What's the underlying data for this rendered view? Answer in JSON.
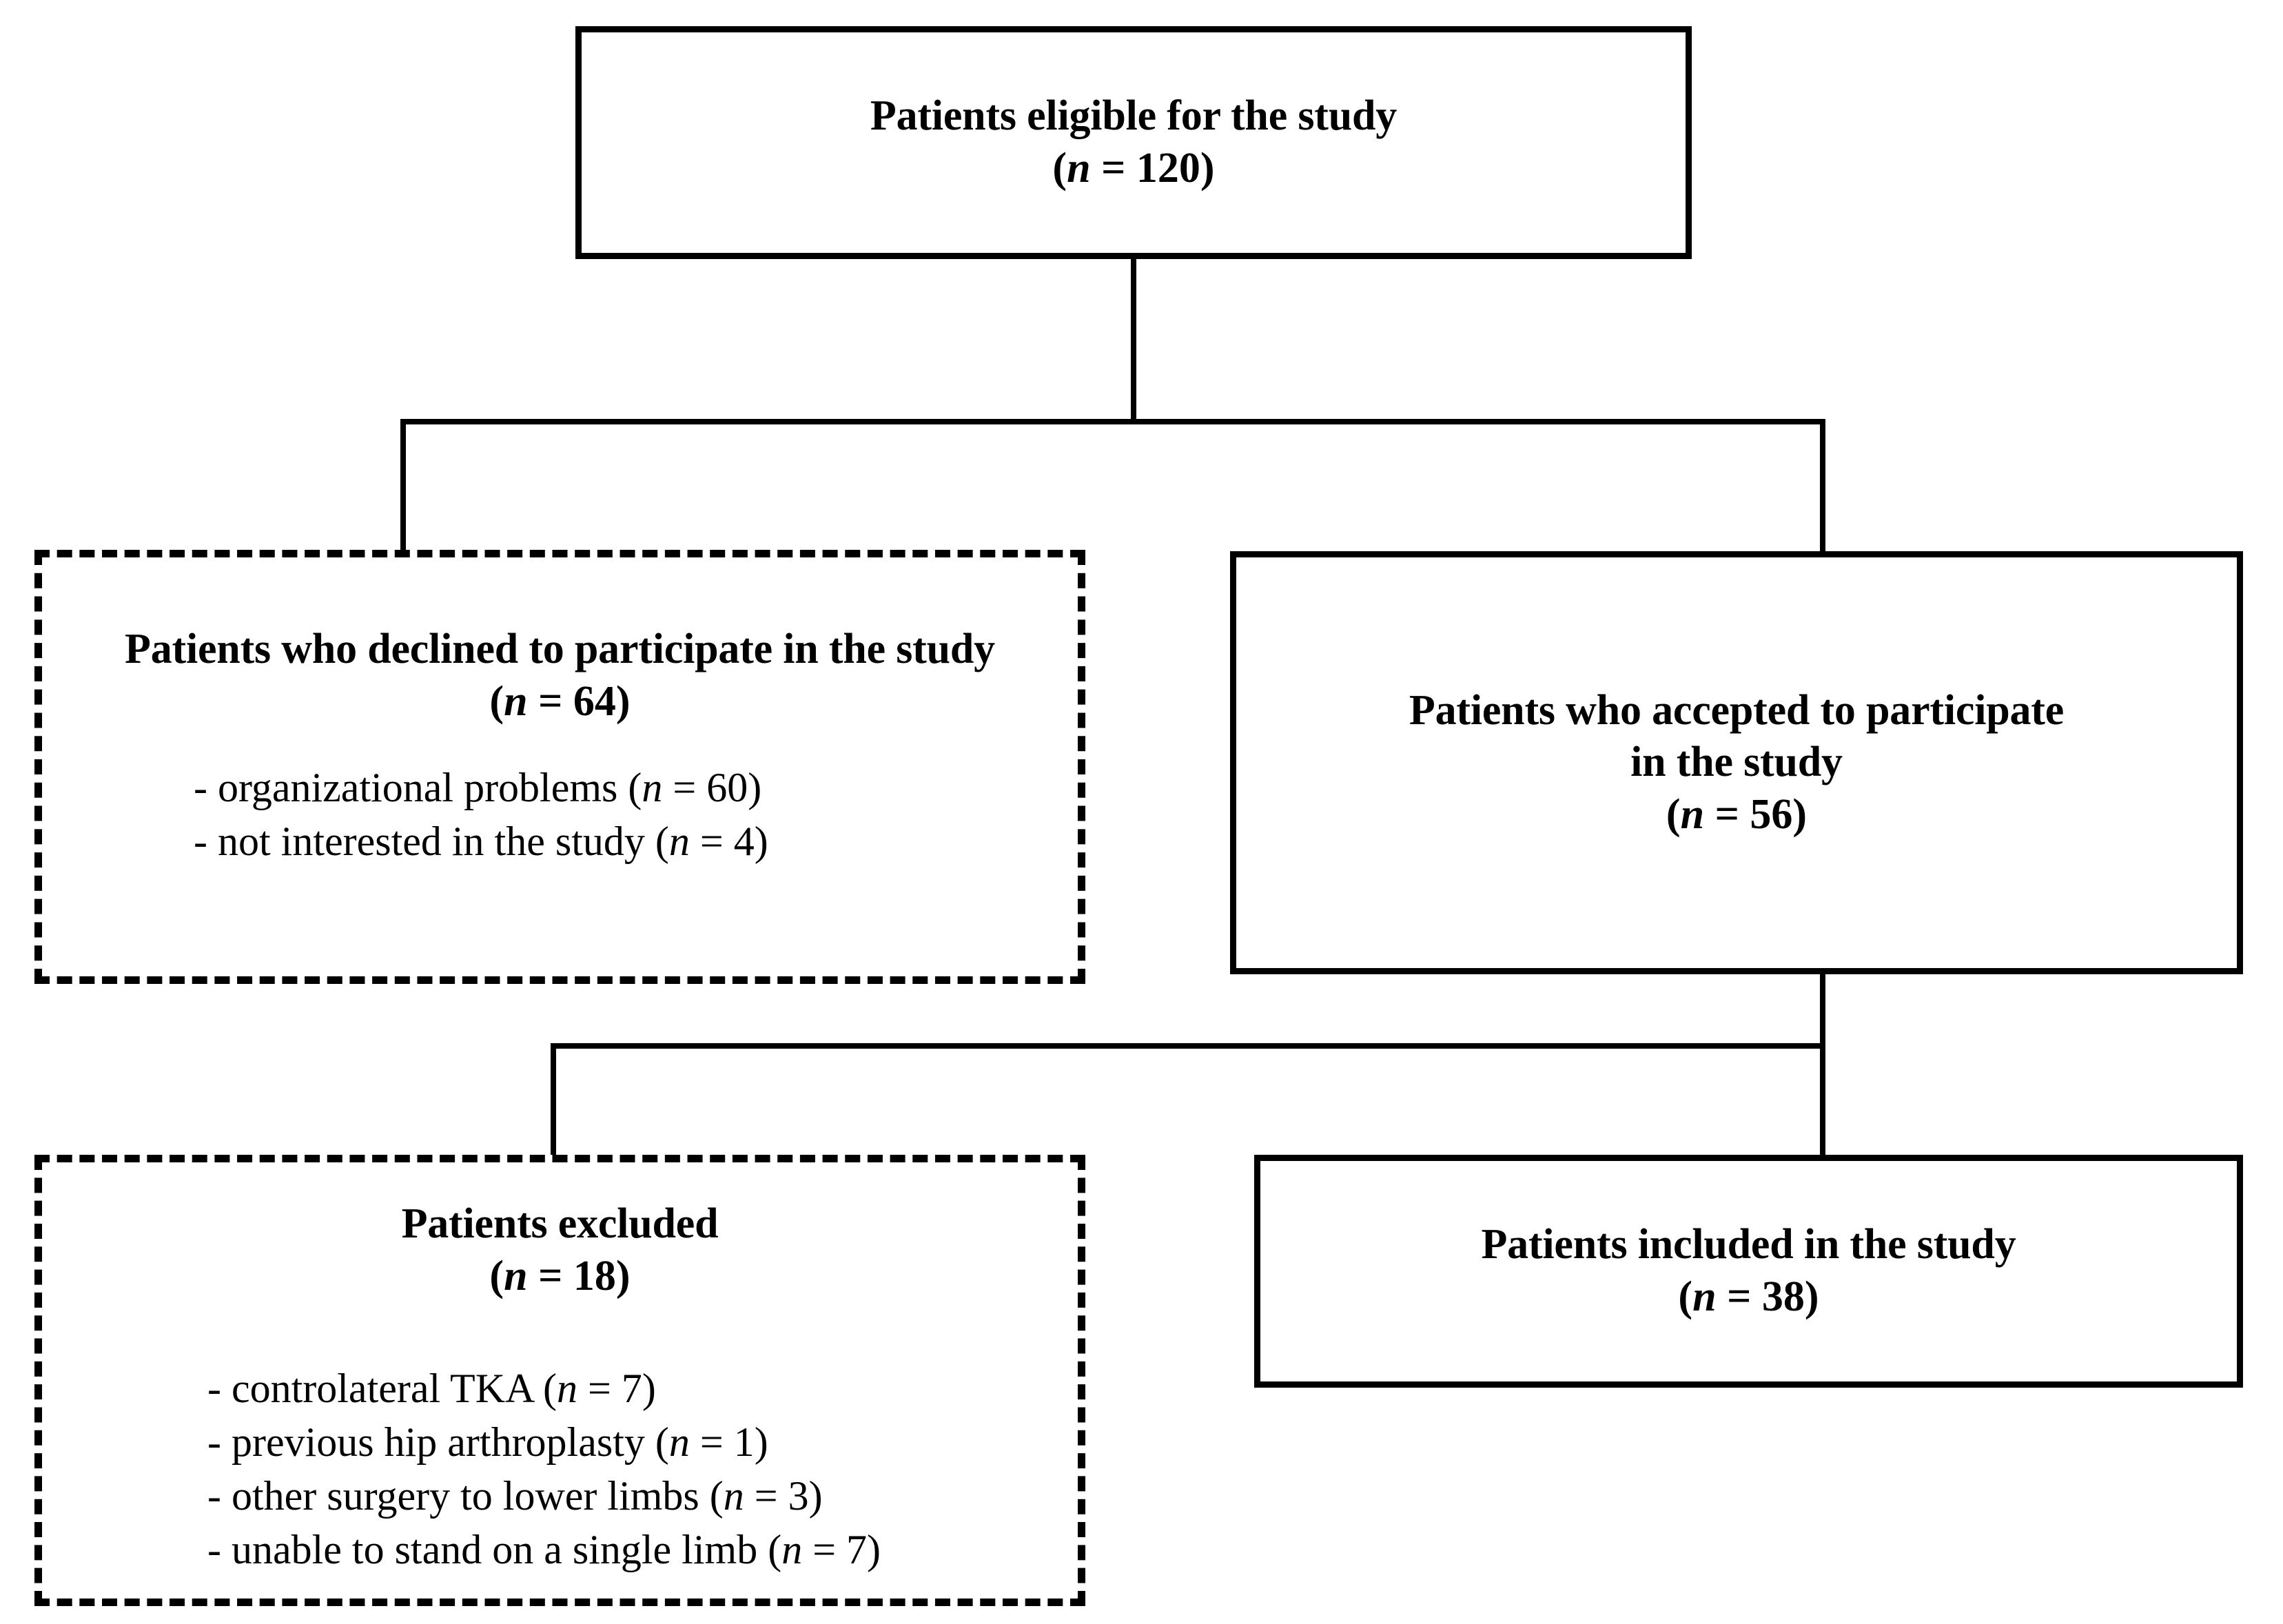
{
  "diagram": {
    "type": "flowchart",
    "title": "Patient enrollment flow diagram",
    "colors": {
      "stroke": "#000000",
      "background": "#ffffff"
    }
  },
  "nodes": {
    "eligible": {
      "id": "eligible",
      "border_style": "solid",
      "title": "Patients eligible for the study",
      "count_prefix": "(",
      "count_n": "n",
      "count_eq": " = ",
      "count_value": "120",
      "count_suffix": ")",
      "count_text": "(n = 120)"
    },
    "declined": {
      "id": "declined",
      "border_style": "dashed",
      "title": "Patients who declined to participate in the study",
      "count_n": "n",
      "count_value": "64",
      "count_text": "(n = 64)",
      "reasons": [
        {
          "label": "- organizational problems (",
          "n": "n",
          "eq": " = ",
          "value": "60",
          "close": ")"
        },
        {
          "label": "- not interested in the study (",
          "n": "n",
          "eq": " = ",
          "value": "4",
          "close": ")"
        }
      ]
    },
    "accepted": {
      "id": "accepted",
      "border_style": "solid",
      "title": "Patients who accepted to participate\nin the study",
      "count_n": "n",
      "count_value": "56",
      "count_text": "(n = 56)"
    },
    "excluded": {
      "id": "excluded",
      "border_style": "dashed",
      "title": "Patients excluded",
      "count_n": "n",
      "count_value": "18",
      "count_text": "(n = 18)",
      "reasons": [
        {
          "label": "- controlateral TKA (",
          "n": "n",
          "eq": " = ",
          "value": "7",
          "close": ")"
        },
        {
          "label": "- previous hip arthroplasty (",
          "n": "n",
          "eq": " = ",
          "value": "1",
          "close": ")"
        },
        {
          "label": "- other surgery to lower limbs (",
          "n": "n",
          "eq": " = ",
          "value": "3",
          "close": ")"
        },
        {
          "label": "- unable to stand on a single limb (",
          "n": "n",
          "eq": " = ",
          "value": "7",
          "close": ")"
        }
      ]
    },
    "included": {
      "id": "included",
      "border_style": "solid",
      "title": "Patients included in the study",
      "count_n": "n",
      "count_value": "38",
      "count_text": "(n = 38)"
    }
  },
  "edges": [
    {
      "from": "eligible",
      "to": "branch-1",
      "kind": "vertical"
    },
    {
      "from": "branch-1",
      "to": "declined",
      "kind": "elbow-left"
    },
    {
      "from": "branch-1",
      "to": "accepted",
      "kind": "elbow-right"
    },
    {
      "from": "accepted",
      "to": "branch-2",
      "kind": "vertical"
    },
    {
      "from": "branch-2",
      "to": "excluded",
      "kind": "elbow-left"
    },
    {
      "from": "branch-2",
      "to": "included",
      "kind": "elbow-right"
    }
  ]
}
